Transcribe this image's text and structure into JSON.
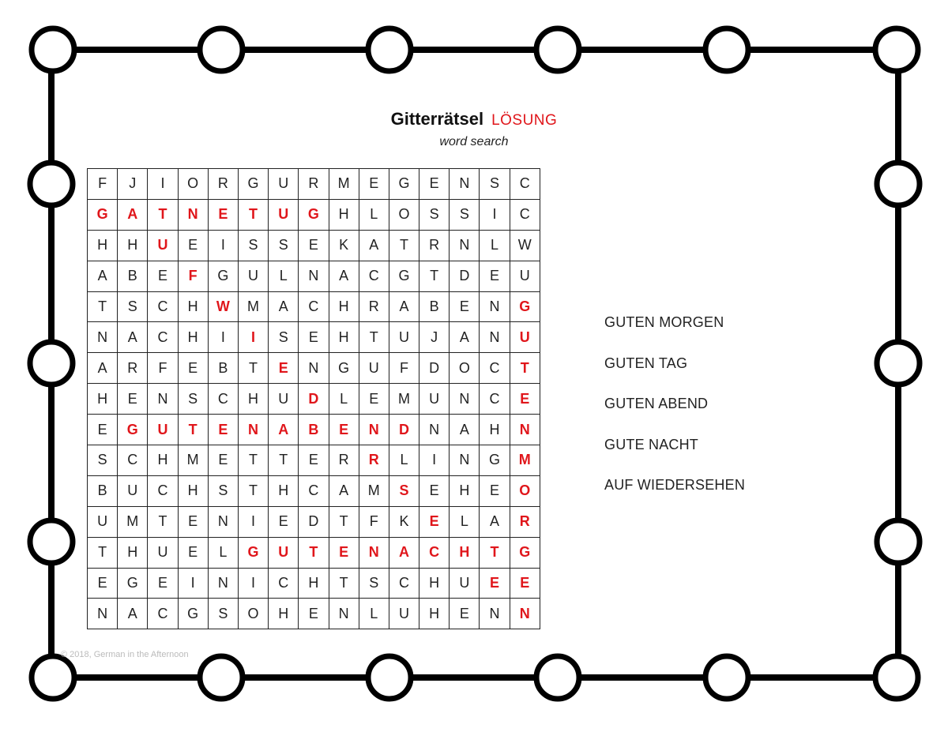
{
  "title": "Gitterrätsel",
  "title_tag": "LÖSUNG",
  "subtitle": "word search",
  "grid": {
    "rows": [
      "FJIORGURMEGENSC",
      "GATNETUGHLOSSIC",
      "HHUEISSEKATRNLW",
      "ABEFGULNACGTDEU",
      "TSCHWMACHRABENG",
      "NACHIISEHTUJANU",
      "ARFEBTENGUFDOCT",
      "HENSCHUDLEMUNCE",
      "EGUTENABENDNAHN",
      "SCHMETTERRLINGM",
      "BUCHSTHCAMSEHEO",
      "UMTENIEDTFKELAR",
      "THUELGUTENACHTG",
      "EGEINICHTSCHUEE",
      "NACGSOHENLUHENN"
    ],
    "highlighted": [
      [],
      [
        0,
        1,
        2,
        3,
        4,
        5,
        6,
        7
      ],
      [
        2
      ],
      [
        3
      ],
      [
        4,
        14
      ],
      [
        5,
        14
      ],
      [
        6,
        14
      ],
      [
        7,
        14
      ],
      [
        1,
        2,
        3,
        4,
        5,
        6,
        7,
        8,
        9,
        10,
        14
      ],
      [
        9,
        14
      ],
      [
        10,
        14
      ],
      [
        11,
        14
      ],
      [
        5,
        6,
        7,
        8,
        9,
        10,
        11,
        12,
        13,
        14
      ],
      [
        13,
        14
      ],
      [
        14
      ]
    ]
  },
  "words": [
    "GUTEN MORGEN",
    "GUTEN TAG",
    "GUTEN ABEND",
    "GUTE NACHT",
    "AUF WIEDERSEHEN"
  ],
  "copyright": "© 2018, German in the Afternoon",
  "colors": {
    "highlight": "#e0161b",
    "frame": "#000000"
  }
}
